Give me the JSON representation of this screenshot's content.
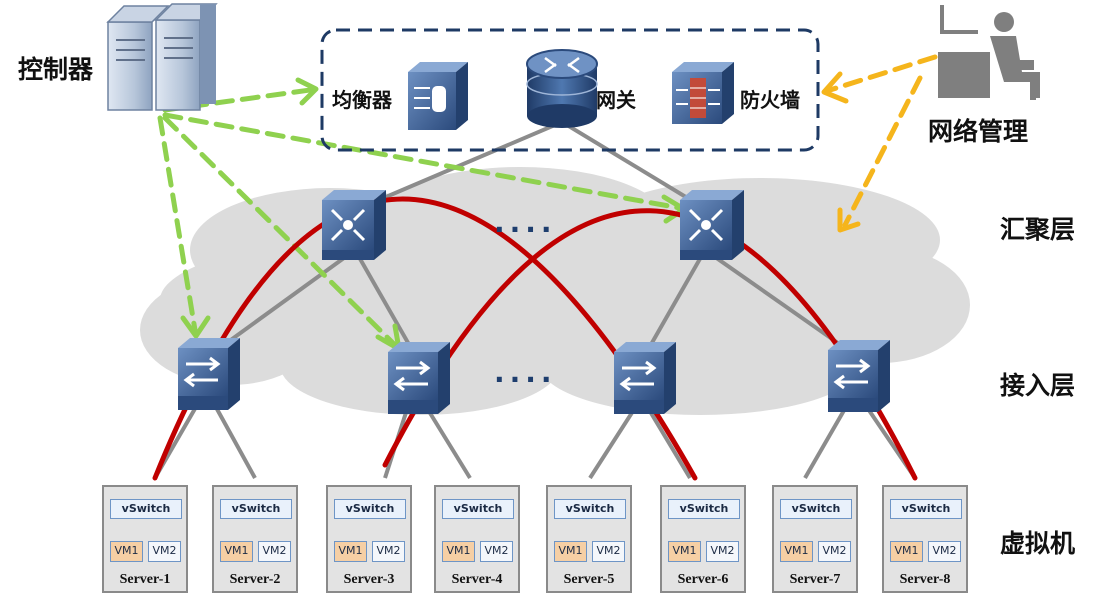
{
  "title_left": "控制器",
  "title_right": "网络管理",
  "core": {
    "balancer": "均衡器",
    "gateway": "网关",
    "firewall": "防火墙"
  },
  "layers": {
    "aggregation": "汇聚层",
    "access": "接入层",
    "vm": "虚拟机"
  },
  "ellipsis": "....",
  "server_vswitch": "vSwitch",
  "server_vm1": "VM1",
  "server_vm2": "VM2",
  "servers": [
    "Server-1",
    "Server-2",
    "Server-3",
    "Server-4",
    "Server-5",
    "Server-6",
    "Server-7",
    "Server-8"
  ],
  "colors": {
    "controller_flow": "#8fd14f",
    "management_flow": "#f5b51c",
    "redundant_link": "#c00000",
    "link": "#8c8c8c",
    "device": "#3a5d90",
    "cloud": "#dcdcdc"
  }
}
